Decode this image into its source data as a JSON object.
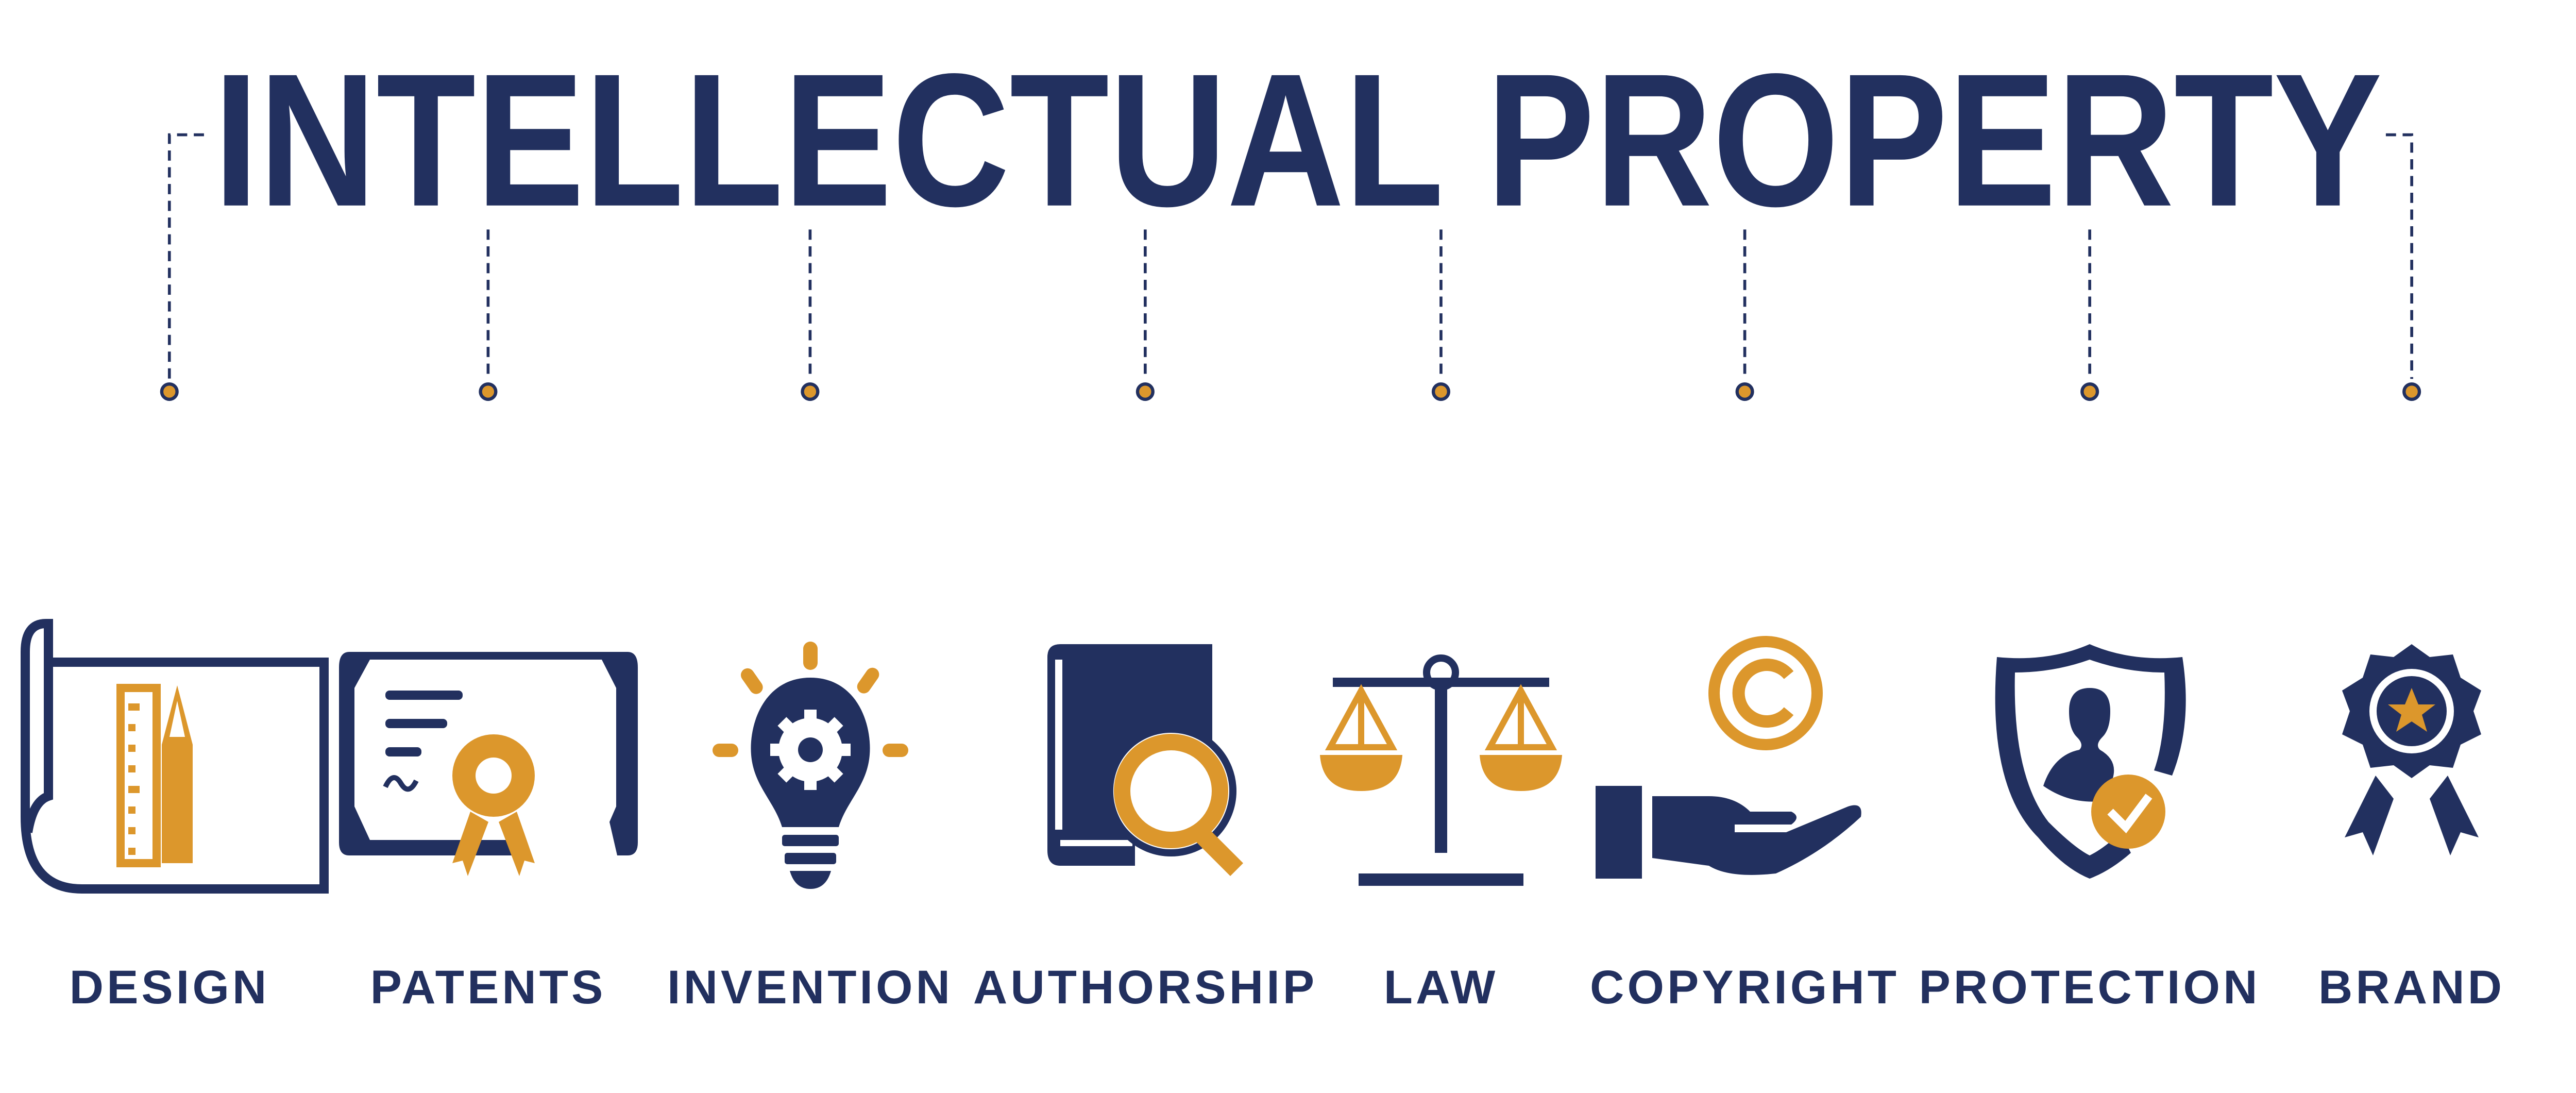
{
  "title": "INTELLECTUAL PROPERTY",
  "colors": {
    "navy": "#22305F",
    "orange": "#DC972C"
  },
  "items": [
    {
      "label": "DESIGN",
      "icon": "blueprint-icon"
    },
    {
      "label": "PATENTS",
      "icon": "certificate-icon"
    },
    {
      "label": "INVENTION",
      "icon": "lightbulb-gear-icon"
    },
    {
      "label": "AUTHORSHIP",
      "icon": "book-magnifier-icon"
    },
    {
      "label": "LAW",
      "icon": "scales-icon"
    },
    {
      "label": "COPYRIGHT",
      "icon": "hand-copyright-icon"
    },
    {
      "label": "PROTECTION",
      "icon": "shield-user-check-icon"
    },
    {
      "label": "BRAND",
      "icon": "award-badge-icon"
    }
  ]
}
